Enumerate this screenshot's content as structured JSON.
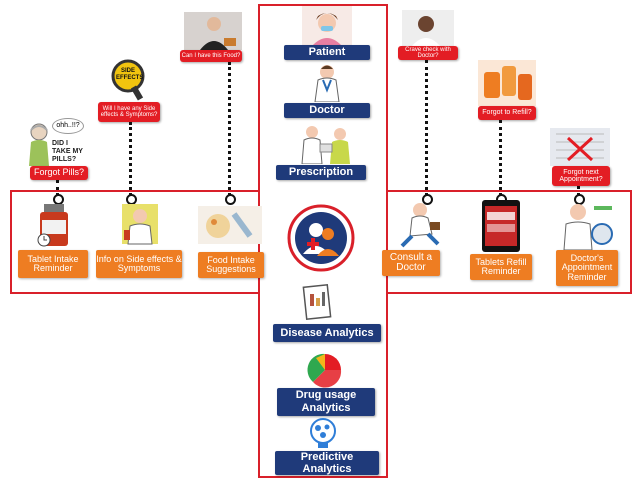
{
  "center": {
    "patient": "Patient",
    "doctor": "Doctor",
    "prescription": "Prescription",
    "disease_analytics": "Disease Analytics",
    "drug_usage_analytics": "Drug usage Analytics",
    "predictive_analytics": "Predictive Analytics"
  },
  "features_left": [
    {
      "label": "Tablet Intake Reminder",
      "tag": "Forgot Pills?",
      "bubble": "ohh..!!?",
      "note": "DID I TAKE MY PILLS?"
    },
    {
      "label": "Info on Side effects & Symptoms",
      "tag": "Will I have any Side effects & Symptoms?",
      "sign": "SIDE EFFECTS"
    },
    {
      "label": "Food Intake Suggestions",
      "tag": "Can I have this Food?"
    }
  ],
  "features_right": [
    {
      "label": "Consult a Doctor",
      "tag": "Crave check with Doctor?"
    },
    {
      "label": "Tablets Refill Reminder",
      "tag": "Forgot to Refill?"
    },
    {
      "label": "Doctor's Appointment Reminder",
      "tag": "Forgot next Appointment?"
    }
  ],
  "colors": {
    "frame": "#d9202a",
    "navy": "#1f3a7a",
    "orange": "#ee7d22",
    "tag_red": "#e31d24"
  },
  "icons": [
    "patient-icon",
    "doctor-icon",
    "prescription-icon",
    "app-logo-icon",
    "pill-bottle-icon",
    "pharmacist-icon",
    "food-icon",
    "running-doctor-icon",
    "phone-app-icon",
    "doctor-stethoscope-icon",
    "document-icon",
    "pie-chart-icon",
    "brain-bulb-icon"
  ]
}
